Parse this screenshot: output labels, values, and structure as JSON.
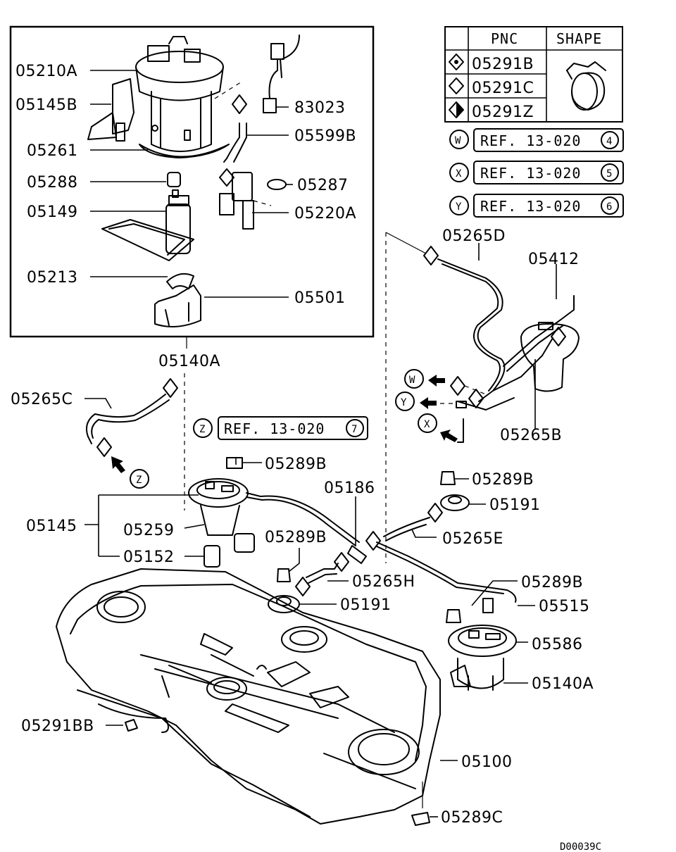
{
  "table": {
    "header_pnc": "PNC",
    "header_shape": "SHAPE",
    "rows": [
      {
        "pnc": "05291B",
        "mark": "diamond-dot"
      },
      {
        "pnc": "05291C",
        "mark": "diamond-open"
      },
      {
        "pnc": "05291Z",
        "mark": "diamond-half"
      }
    ]
  },
  "refs": [
    {
      "letter": "W",
      "text": "REF. 13-020",
      "num": "4"
    },
    {
      "letter": "X",
      "text": "REF. 13-020",
      "num": "5"
    },
    {
      "letter": "Y",
      "text": "REF. 13-020",
      "num": "6"
    },
    {
      "letter": "Z",
      "text": "REF. 13-020",
      "num": "7"
    }
  ],
  "arrow_letters": {
    "w": "W",
    "y": "Y",
    "x": "X",
    "z": "Z"
  },
  "labels": {
    "p05210A": "05210A",
    "p05145B": "05145B",
    "p05261": "05261",
    "p05288": "05288",
    "p05149": "05149",
    "p05213": "05213",
    "p05501": "05501",
    "p83023": "83023",
    "p05599B": "05599B",
    "p05287": "05287",
    "p05220A": "05220A",
    "p05140A_top": "05140A",
    "p05265D": "05265D",
    "p05412": "05412",
    "p05265B": "05265B",
    "p05265C": "05265C",
    "p05289B_1": "05289B",
    "p05145": "05145",
    "p05259": "05259",
    "p05152": "05152",
    "p05186": "05186",
    "p05289B_2": "05289B",
    "p05191_1": "05191",
    "p05265E": "05265E",
    "p05289B_3": "05289B",
    "p05265H": "05265H",
    "p05191_2": "05191",
    "p05289B_4": "05289B",
    "p05515": "05515",
    "p05586": "05586",
    "p05140A_bot": "05140A",
    "p05291BB": "05291BB",
    "p05100": "05100",
    "p05289C": "05289C"
  },
  "drawing_code": "D00039C"
}
